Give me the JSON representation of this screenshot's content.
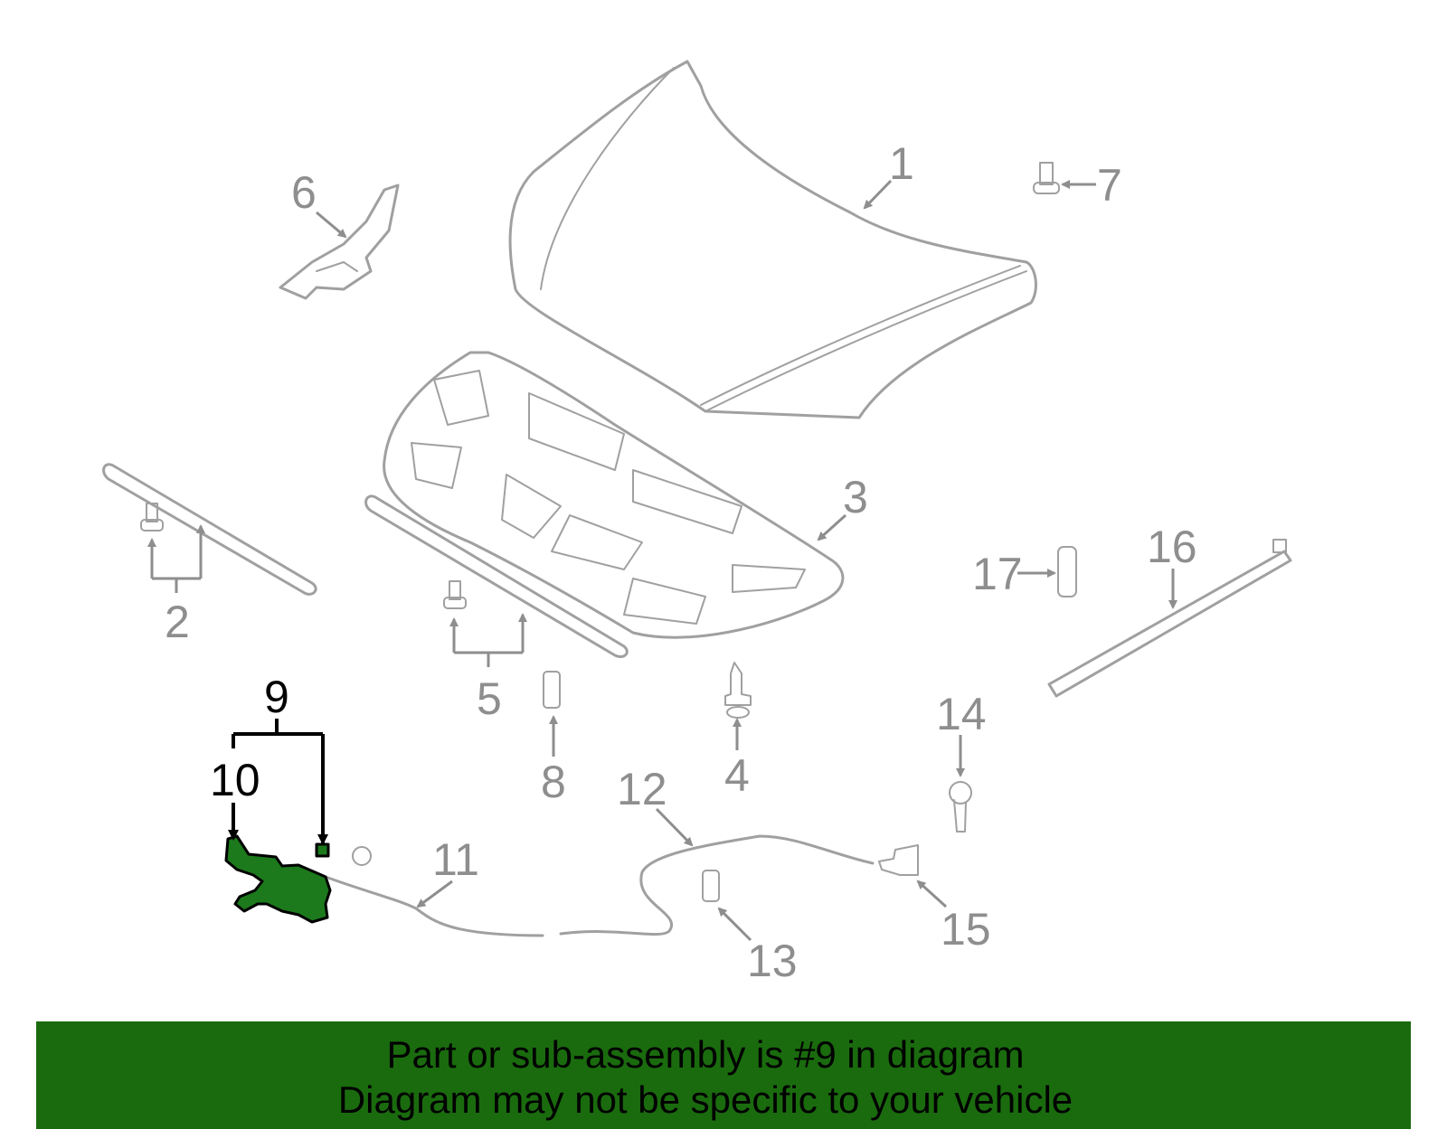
{
  "callouts": {
    "c1": "1",
    "c2": "2",
    "c3": "3",
    "c4": "4",
    "c5": "5",
    "c6": "6",
    "c7": "7",
    "c8": "8",
    "c9": "9",
    "c10": "10",
    "c11": "11",
    "c12": "12",
    "c13": "13",
    "c14": "14",
    "c15": "15",
    "c16": "16",
    "c17": "17"
  },
  "highlighted_part": "9",
  "notice": {
    "line1": "Part or sub-assembly is #9 in diagram",
    "line2": "Diagram may not be specific to your vehicle"
  },
  "colors": {
    "part_outline": "#a0a0a0",
    "callout_inactive": "#8e8e8e",
    "callout_active": "#000000",
    "highlight_fill": "#1c7a1c",
    "notice_background": "#1a6b0e"
  }
}
